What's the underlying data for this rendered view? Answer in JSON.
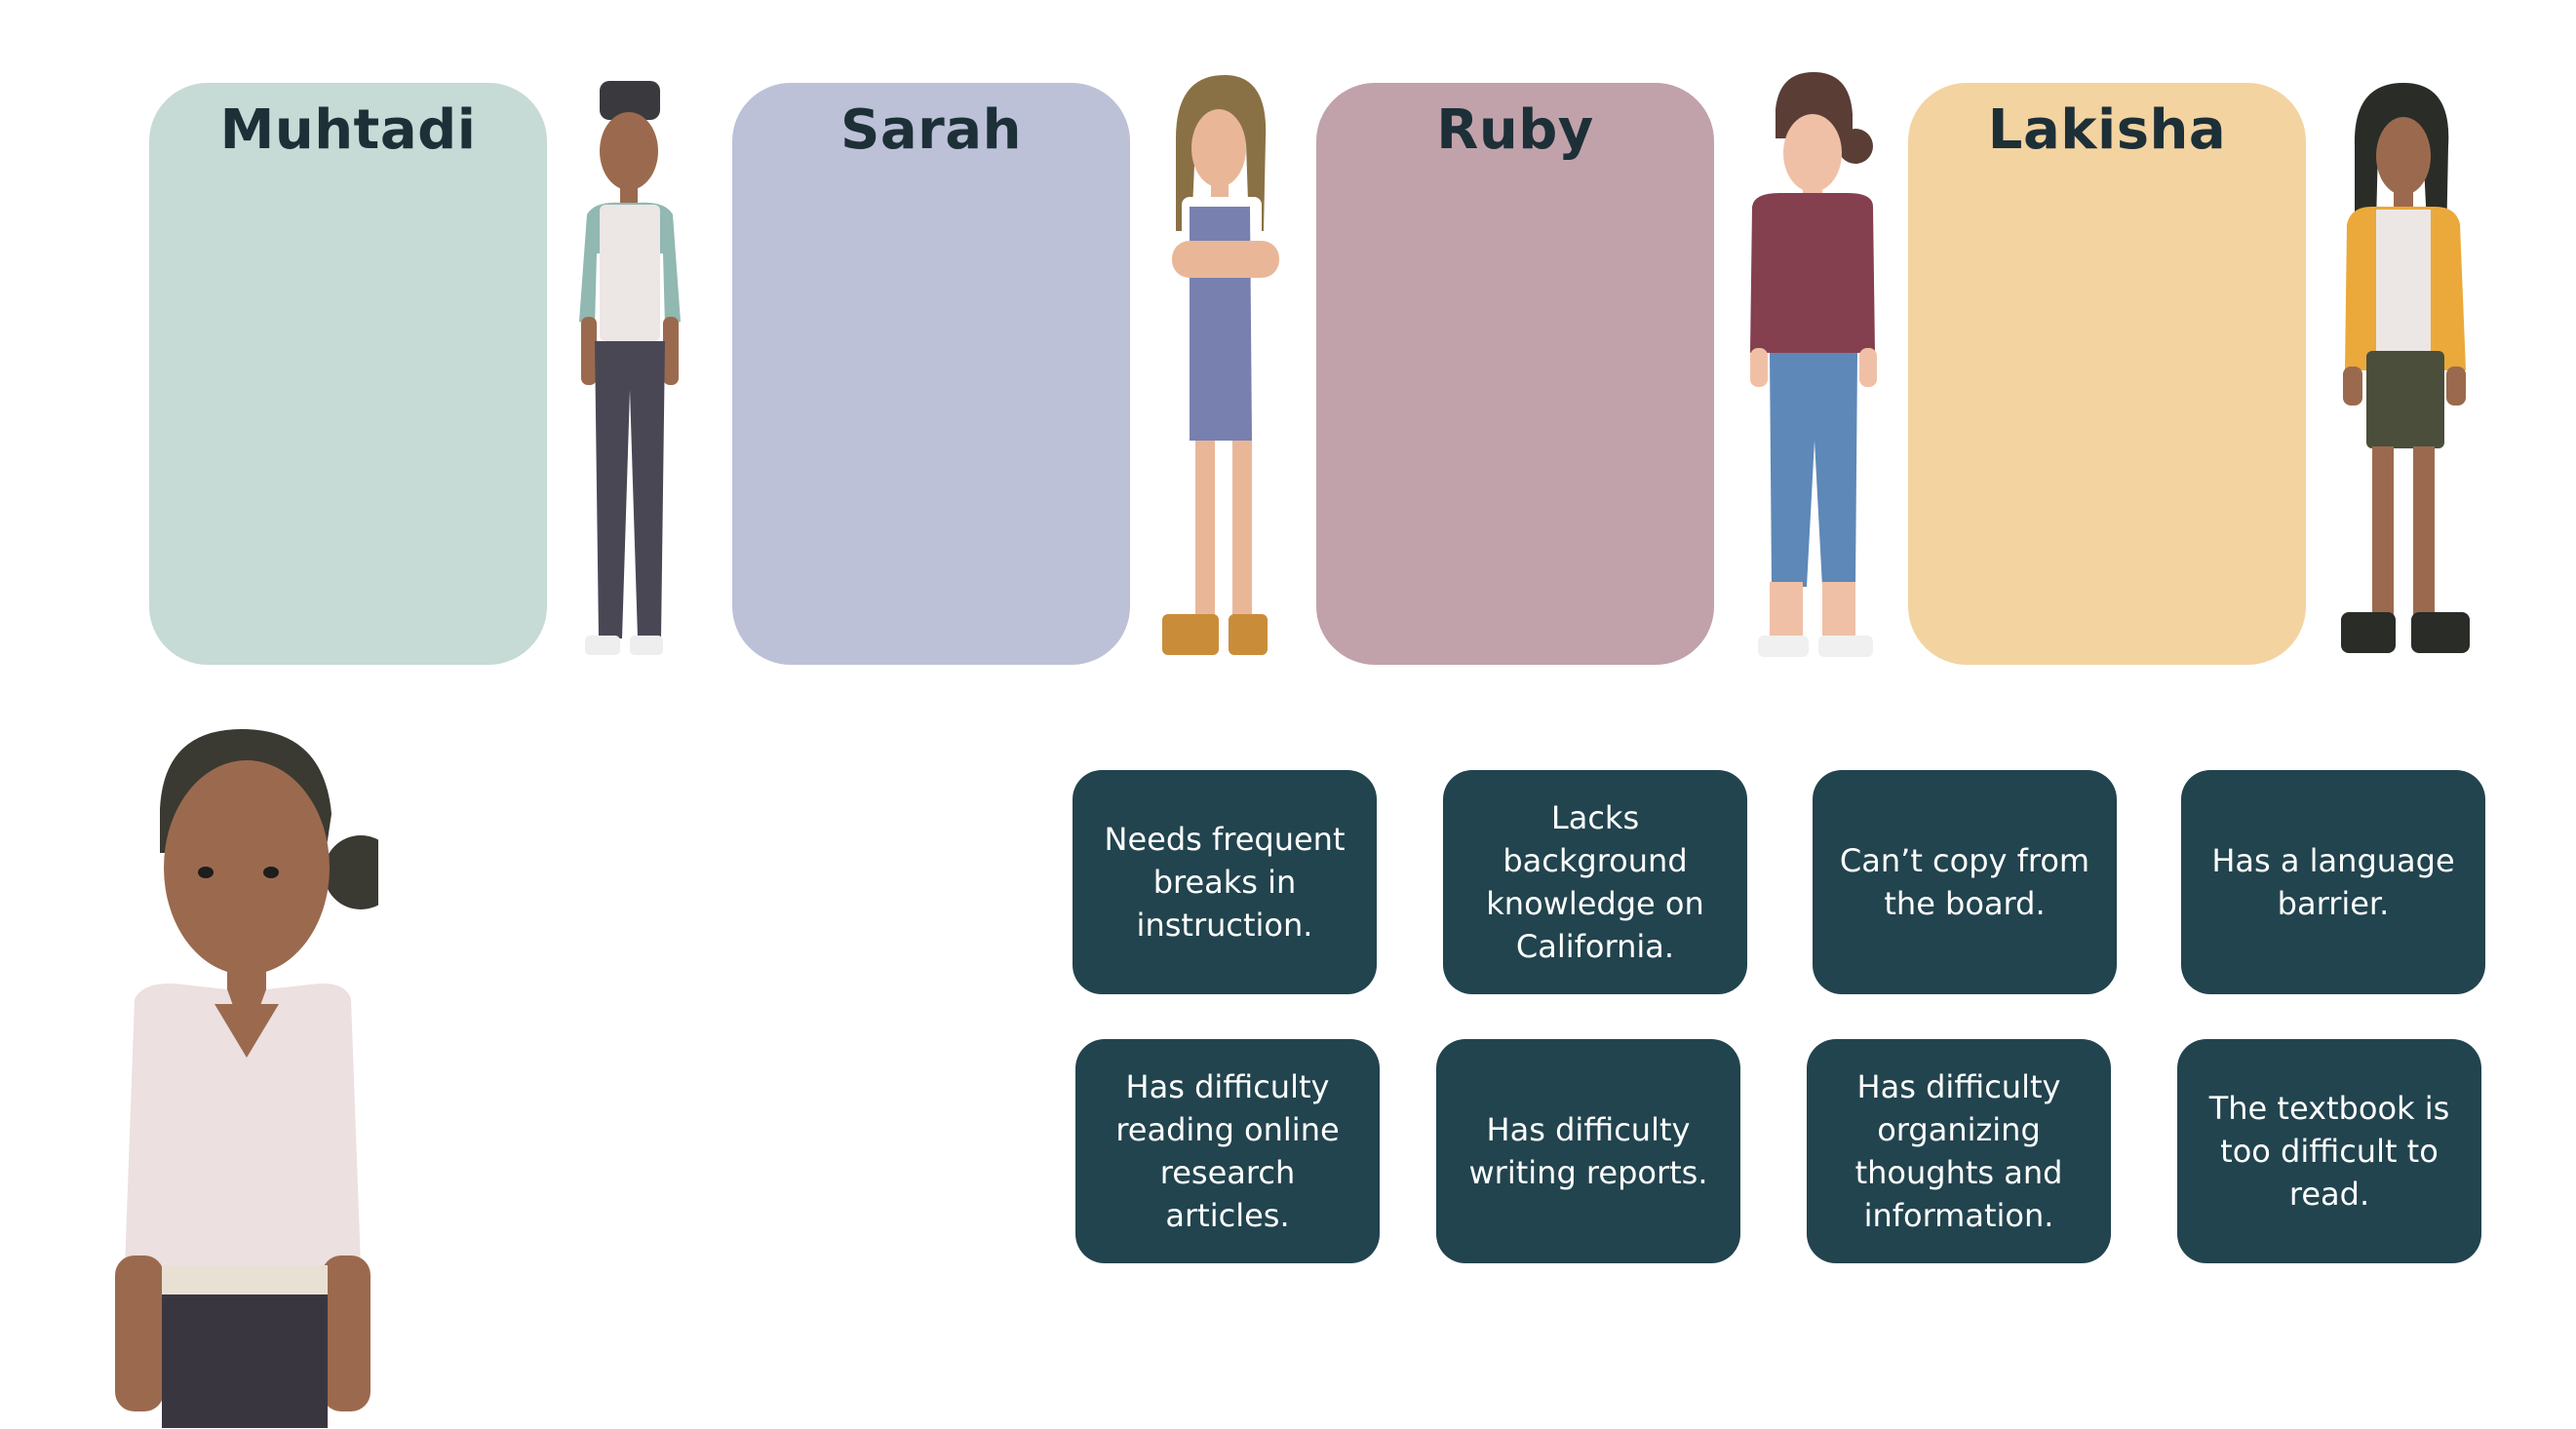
{
  "students": [
    {
      "name": "Muhtadi",
      "color": "#c6dad6"
    },
    {
      "name": "Sarah",
      "color": "#bcc1d8"
    },
    {
      "name": "Ruby",
      "color": "#c1a2aa"
    },
    {
      "name": "Lakisha",
      "color": "#f3d3a0"
    }
  ],
  "cards": [
    {
      "text": "Needs frequent\nbreaks in\ninstruction."
    },
    {
      "text": "Lacks\nbackground\nknowledge on\nCalifornia."
    },
    {
      "text": "Can’t copy from\nthe board."
    },
    {
      "text": "Has a language\nbarrier."
    },
    {
      "text": "Has difficulty\nreading online\nresearch articles."
    },
    {
      "text": "Has difficulty\nwriting reports."
    },
    {
      "text": "Has difficulty\norganizing\nthoughts and\ninformation."
    },
    {
      "text": "The textbook is\ntoo difficult to\nread."
    }
  ]
}
